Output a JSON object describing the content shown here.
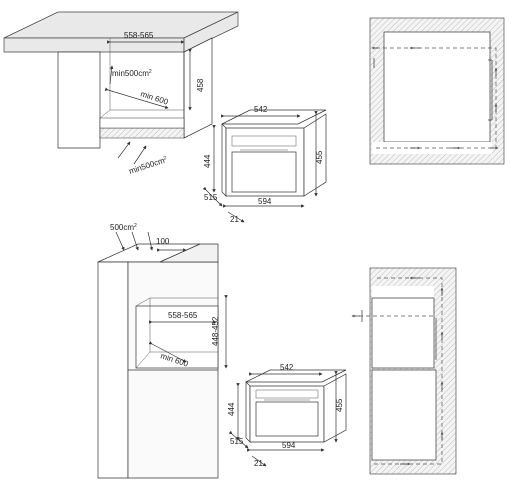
{
  "diagram_top_left": {
    "niche_width": "558-565",
    "vent_area": "min500cm",
    "vent_area_sup": "2",
    "depth": "min 600",
    "height": "458",
    "intake_area": "min500cm",
    "intake_area_sup": "2"
  },
  "oven_top": {
    "width": "542",
    "inner_height": "444",
    "outer_height": "455",
    "depth": "515",
    "front_width": "594",
    "front_thickness": "21"
  },
  "diagram_bottom_left": {
    "vent_area": "500cm",
    "vent_area_sup": "2",
    "gap": "100",
    "niche_width": "558-565",
    "niche_height": "448-452",
    "depth": "min 600"
  },
  "oven_bottom": {
    "width": "542",
    "inner_height": "444",
    "outer_height": "455",
    "depth": "515",
    "front_width": "594",
    "front_thickness": "21"
  }
}
